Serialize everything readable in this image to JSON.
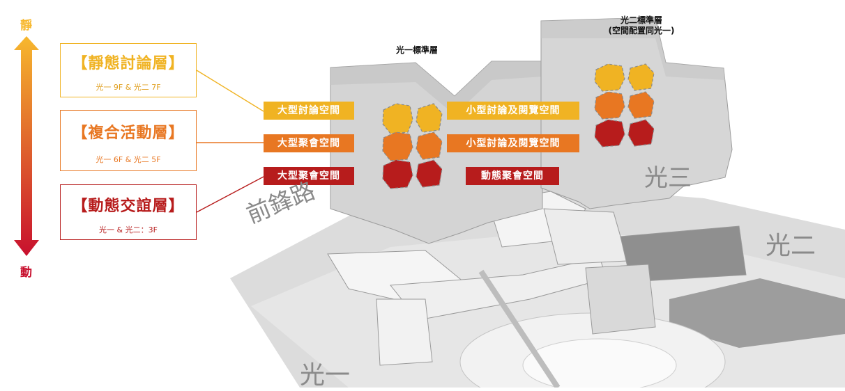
{
  "direction_arrow": {
    "top_label": "靜",
    "bottom_label": "動",
    "top_color": "#f7b82e",
    "bottom_color": "#c8102e"
  },
  "legend": [
    {
      "title": "【靜態討論層】",
      "floors": "光一 9F & 光二 7F",
      "color": "#f0b323"
    },
    {
      "title": "【複合活動層】",
      "floors": "光一 6F & 光二 5F",
      "color": "#e87722"
    },
    {
      "title": "【動態交誼層】",
      "floors": "光一 & 光二：3F",
      "color": "#b71c1c"
    }
  ],
  "building_titles": {
    "guang1": "光一標準層",
    "guang2_line1": "光二標準層",
    "guang2_line2": "(空間配置同光一)"
  },
  "space_tags": {
    "left": [
      "大型討論空間",
      "大型聚會空間",
      "大型聚會空間"
    ],
    "right": [
      "小型討論及閱覽空間",
      "小型討論及閱覽空間",
      "動態聚會空間"
    ]
  },
  "street_labels": {
    "road": "前鋒路",
    "guang1": "光一",
    "guang2": "光二",
    "guang3": "光三"
  },
  "colors": {
    "quiet": "#f0b323",
    "mixed": "#e87722",
    "active": "#b71c1c"
  }
}
